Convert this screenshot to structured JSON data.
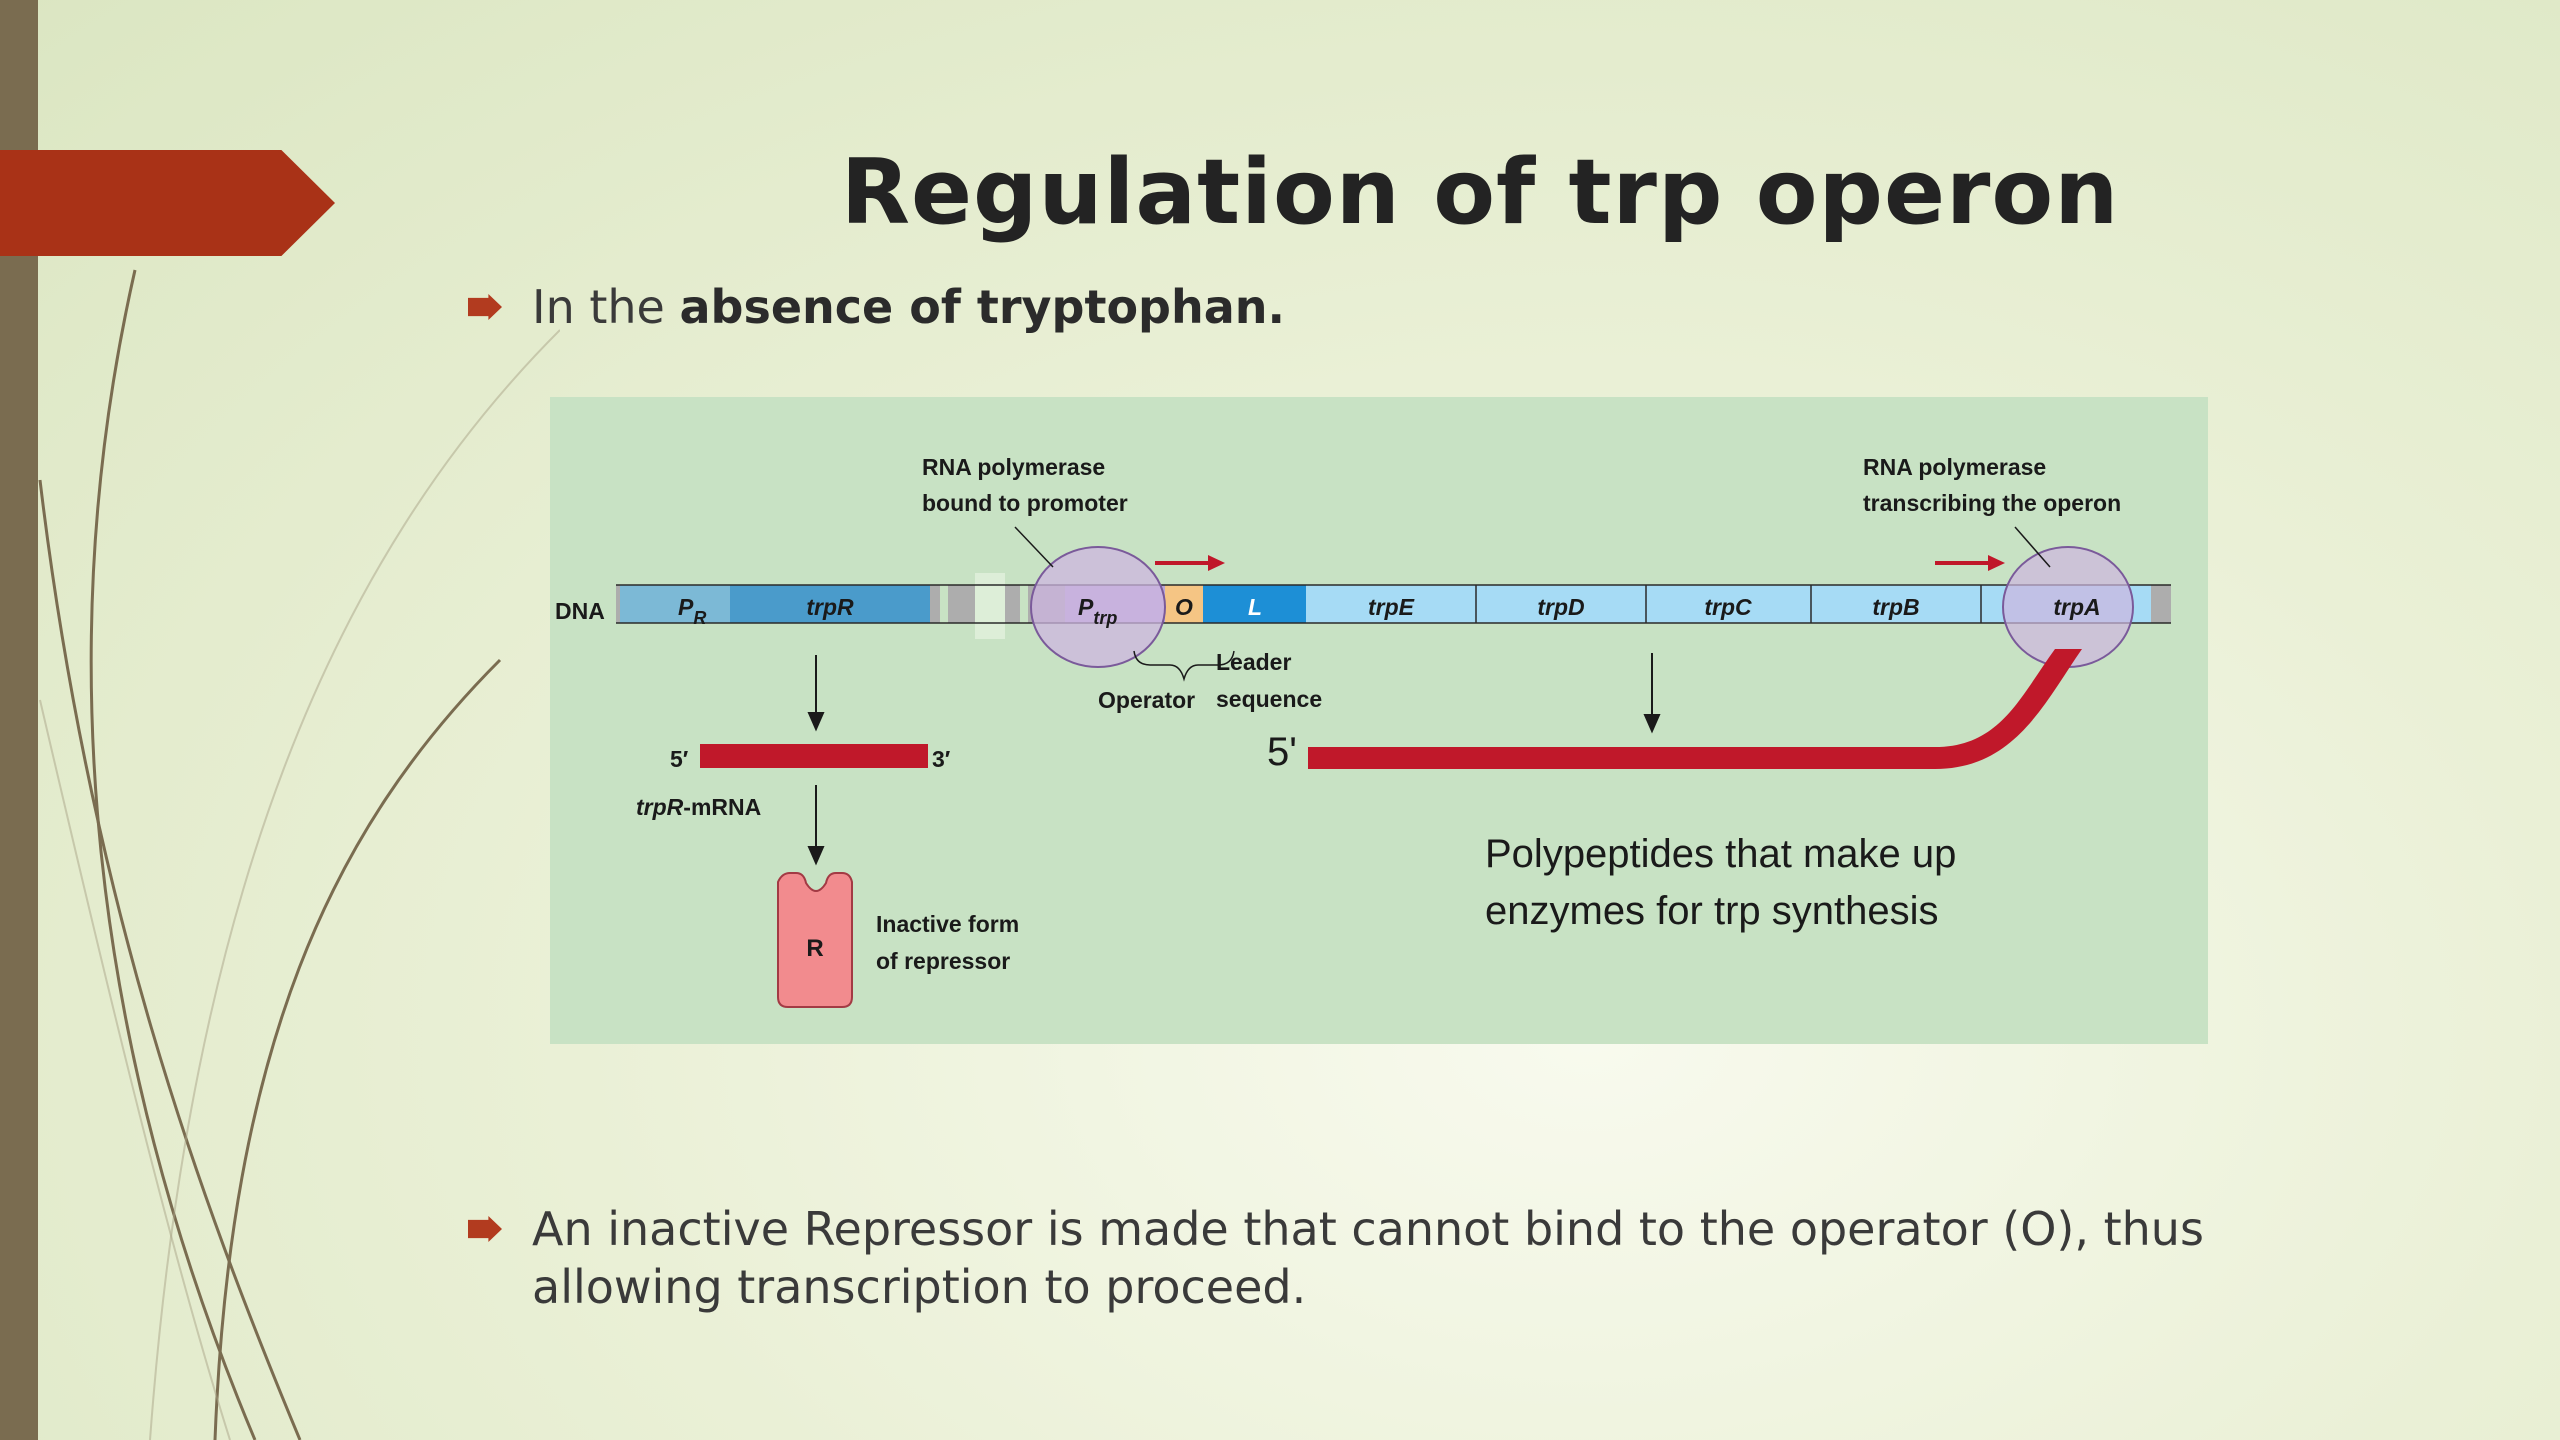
{
  "slide": {
    "title": "Regulation of trp operon",
    "bullet1": {
      "prefix": "In the ",
      "emphasis": "absence of tryptophan."
    },
    "bullet2": {
      "text": "An inactive Repressor is made that cannot bind to the operator (O), thus allowing transcription to proceed."
    }
  },
  "figure": {
    "dna_label": "DNA",
    "promoter_r": {
      "main": "P",
      "sub": "R"
    },
    "gene_trpR": "trpR",
    "promoter_trp": {
      "main": "P",
      "sub": "trp"
    },
    "operator_box": "O",
    "leader_box": "L",
    "genes": [
      "trpE",
      "trpD",
      "trpC",
      "trpB",
      "trpA"
    ],
    "rnap_promoter_label": [
      "RNA polymerase",
      "bound to promoter"
    ],
    "rnap_transcribing_label": [
      "RNA polymerase",
      "transcribing the operon"
    ],
    "operator_label": "Operator",
    "leader_label": [
      "Leader",
      "sequence"
    ],
    "mrna_five_prime": "5′",
    "mrna_three_prime": "3′",
    "trpR_mrna_label": {
      "gene": "trpR",
      "suffix": "-mRNA"
    },
    "repressor_letter": "R",
    "repressor_label": [
      "Inactive form",
      "of repressor"
    ],
    "operon_mrna_five_prime": "5'",
    "polypeptide_label": [
      "Polypeptides that make up",
      "enzymes for trp synthesis"
    ]
  },
  "colors": {
    "accent_red": "#a93217",
    "mrna_red": "#c0182a",
    "polymerase": "#cdb6e0",
    "repressor": "#f28b8e",
    "gene_light_blue": "#a6dbf5",
    "gene_mid_blue": "#4a9bcb",
    "leader_blue": "#1d8fd6",
    "operator_orange": "#f5c584"
  }
}
